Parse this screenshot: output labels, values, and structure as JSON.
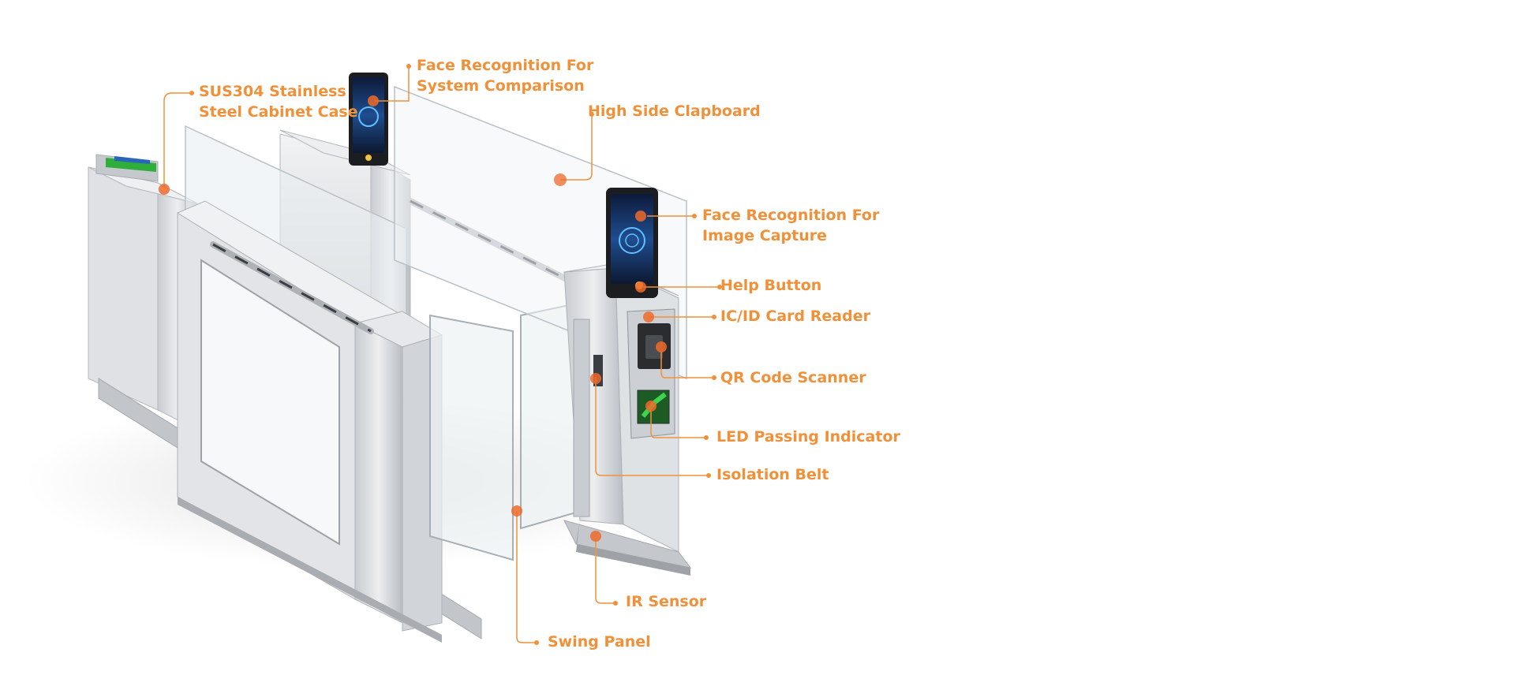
{
  "colors": {
    "accent": "#f0913a",
    "hotspot": "#ef6a2a",
    "steel": "#d7d9dc",
    "steel_dark": "#9da1a6",
    "glass": "#eef2f4",
    "screen": "#1a3a6e",
    "led_green": "#2fae3c"
  },
  "callouts": {
    "cabinet_case": [
      "SUS304 Stainless",
      "Steel Cabinet Case"
    ],
    "face_system": [
      "Face Recognition For",
      "System Comparison"
    ],
    "clapboard": [
      "High Side Clapboard"
    ],
    "face_capture": [
      "Face Recognition For",
      "Image Capture"
    ],
    "help_button": [
      "Help Button"
    ],
    "card_reader": [
      "IC/ID Card Reader"
    ],
    "qr_scanner": [
      "QR Code Scanner"
    ],
    "led_indicator": [
      "LED Passing Indicator"
    ],
    "isolation_belt": [
      "Isolation Belt"
    ],
    "ir_sensor": [
      "IR Sensor"
    ],
    "swing_panel": [
      "Swing Panel"
    ]
  }
}
